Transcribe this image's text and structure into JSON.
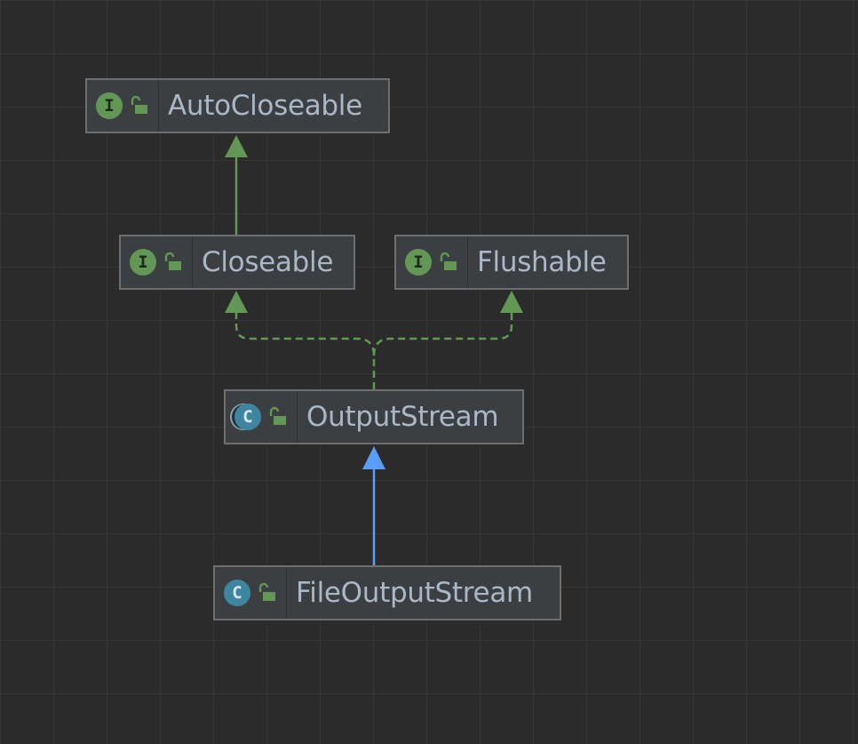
{
  "diagram": {
    "nodes": [
      {
        "id": "autocloseable",
        "name": "AutoCloseable",
        "kind": "interface",
        "kind_glyph": "I",
        "visibility_icon": "unlocked-public-icon"
      },
      {
        "id": "closeable",
        "name": "Closeable",
        "kind": "interface",
        "kind_glyph": "I",
        "visibility_icon": "unlocked-public-icon"
      },
      {
        "id": "flushable",
        "name": "Flushable",
        "kind": "interface",
        "kind_glyph": "I",
        "visibility_icon": "unlocked-public-icon"
      },
      {
        "id": "outputstream",
        "name": "OutputStream",
        "kind": "abstract-class",
        "kind_glyph": "C",
        "visibility_icon": "unlocked-public-icon"
      },
      {
        "id": "fileoutputstream",
        "name": "FileOutputStream",
        "kind": "class",
        "kind_glyph": "C",
        "visibility_icon": "unlocked-public-icon"
      }
    ],
    "edges": [
      {
        "from": "closeable",
        "to": "autocloseable",
        "type": "extends-interface"
      },
      {
        "from": "outputstream",
        "to": "closeable",
        "type": "implements"
      },
      {
        "from": "outputstream",
        "to": "flushable",
        "type": "implements"
      },
      {
        "from": "fileoutputstream",
        "to": "outputstream",
        "type": "extends-class"
      }
    ],
    "colors": {
      "background": "#2b2b2b",
      "interface_edge": "#629755",
      "class_edge": "#589df6",
      "node_fill": "#3c3f41",
      "node_border": "#6e6e6e",
      "label_text": "#a9b7c6",
      "interface_icon": "#629755",
      "class_icon": "#3e86a0"
    }
  }
}
